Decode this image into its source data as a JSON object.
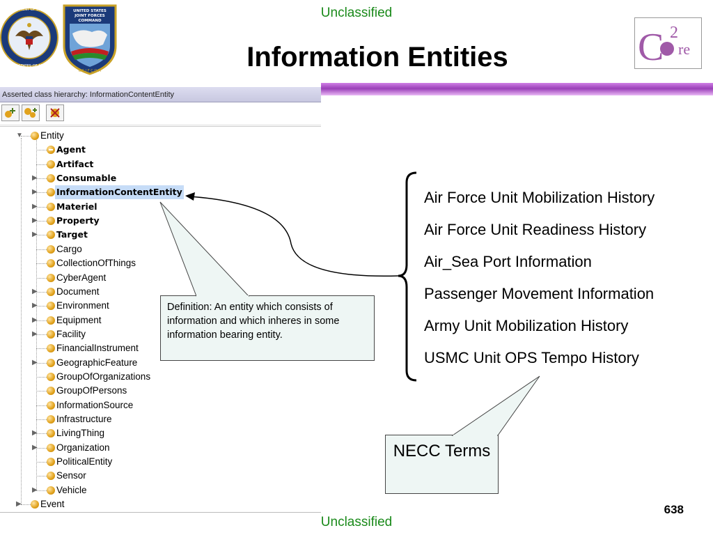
{
  "header": {
    "classification_top": "Unclassified",
    "title": "Information Entities"
  },
  "logos": {
    "dod_seal": "dod-seal",
    "jfcom_seal": "jfcom-seal",
    "c2_logo": "c2-core-logo",
    "dod_seal_text": "DEPARTMENT OF DEFENSE · UNITED STATES OF AMERICA",
    "jfcom_seal_text": "UNITED STATES JOINT FORCES COMMAND · USJFCOM",
    "c2_logo_text": "C2 Core"
  },
  "panel": {
    "header": "Asserted class hierarchy: InformationContentEntity",
    "toolbar": [
      "add-subclass-icon",
      "add-sibling-icon",
      "delete-class-icon"
    ],
    "tree": [
      {
        "label": "Entity",
        "level": 0,
        "expandable": true,
        "expanded": true,
        "bold": false
      },
      {
        "label": "Agent",
        "level": 1,
        "expandable": false,
        "bold": true,
        "agent": true
      },
      {
        "label": "Artifact",
        "level": 1,
        "expandable": false,
        "bold": true
      },
      {
        "label": "Consumable",
        "level": 1,
        "expandable": true,
        "bold": true
      },
      {
        "label": "InformationContentEntity",
        "level": 1,
        "expandable": true,
        "bold": true,
        "selected": true
      },
      {
        "label": "Materiel",
        "level": 1,
        "expandable": true,
        "bold": true
      },
      {
        "label": "Property",
        "level": 1,
        "expandable": true,
        "bold": true
      },
      {
        "label": "Target",
        "level": 1,
        "expandable": true,
        "bold": true
      },
      {
        "label": "Cargo",
        "level": 1,
        "expandable": false,
        "bold": false
      },
      {
        "label": "CollectionOfThings",
        "level": 1,
        "expandable": false,
        "bold": false
      },
      {
        "label": "CyberAgent",
        "level": 1,
        "expandable": false,
        "bold": false
      },
      {
        "label": "Document",
        "level": 1,
        "expandable": true,
        "bold": false
      },
      {
        "label": "Environment",
        "level": 1,
        "expandable": true,
        "bold": false
      },
      {
        "label": "Equipment",
        "level": 1,
        "expandable": true,
        "bold": false
      },
      {
        "label": "Facility",
        "level": 1,
        "expandable": true,
        "bold": false
      },
      {
        "label": "FinancialInstrument",
        "level": 1,
        "expandable": false,
        "bold": false
      },
      {
        "label": "GeographicFeature",
        "level": 1,
        "expandable": true,
        "bold": false
      },
      {
        "label": "GroupOfOrganizations",
        "level": 1,
        "expandable": false,
        "bold": false
      },
      {
        "label": "GroupOfPersons",
        "level": 1,
        "expandable": false,
        "bold": false
      },
      {
        "label": "InformationSource",
        "level": 1,
        "expandable": false,
        "bold": false
      },
      {
        "label": "Infrastructure",
        "level": 1,
        "expandable": false,
        "bold": false
      },
      {
        "label": "LivingThing",
        "level": 1,
        "expandable": true,
        "bold": false
      },
      {
        "label": "Organization",
        "level": 1,
        "expandable": true,
        "bold": false
      },
      {
        "label": "PoliticalEntity",
        "level": 1,
        "expandable": false,
        "bold": false
      },
      {
        "label": "Sensor",
        "level": 1,
        "expandable": false,
        "bold": false
      },
      {
        "label": "Vehicle",
        "level": 1,
        "expandable": true,
        "bold": false
      },
      {
        "label": "Event",
        "level": 0,
        "expandable": true,
        "expanded": false,
        "bold": false
      }
    ]
  },
  "definition": "Definition: An entity which consists of information and which inheres in some information bearing entity.",
  "terms": [
    "Air Force Unit Mobilization History",
    "Air Force Unit Readiness History",
    "Air_Sea Port Information",
    "Passenger Movement Information",
    "Army Unit Mobilization History",
    "USMC Unit OPS Tempo History"
  ],
  "necc_label": "NECC Terms",
  "footer": {
    "page_number": "638",
    "classification_bottom": "Unclassified"
  },
  "colors": {
    "classification": "#1a8a1a",
    "rule": "#9a3fb8",
    "callout_fill": "#eef6f4",
    "class_dot": "#e1a21c",
    "selection": "#c6dcf7"
  }
}
